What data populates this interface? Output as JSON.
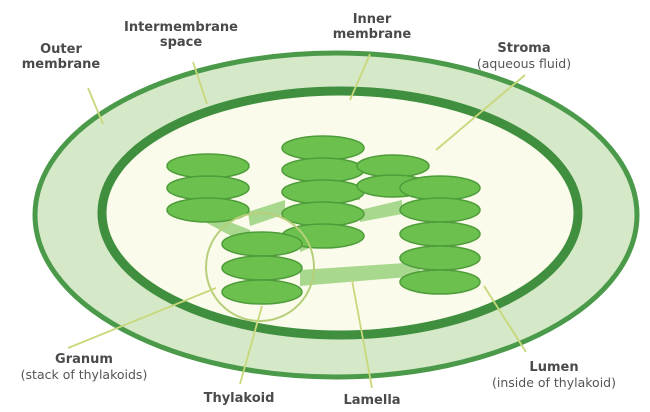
{
  "colors": {
    "outer_membrane": "#4a9a4a",
    "intermembrane_space": "#d5e8c8",
    "inner_membrane": "#3f8f3f",
    "stroma": "#fafbea",
    "thylakoid": "#6cc14e",
    "thylakoid_edge": "#4e9c3a",
    "lamella": "#a8d78e",
    "leader_line": "#c8d87a",
    "label_text": "#4a4a4a"
  },
  "labels": {
    "outer_membrane": {
      "line1": "Outer",
      "line2": "membrane"
    },
    "intermembrane_space": {
      "line1": "Intermembrane",
      "line2": "space"
    },
    "inner_membrane": {
      "line1": "Inner",
      "line2": "membrane"
    },
    "stroma": {
      "title": "Stroma",
      "note": "(aqueous fluid)"
    },
    "granum": {
      "title": "Granum",
      "note": "(stack of thylakoids)"
    },
    "thylakoid": {
      "title": "Thylakoid"
    },
    "lamella": {
      "title": "Lamella"
    },
    "lumen": {
      "title": "Lumen",
      "note": "(inside of thylakoid)"
    }
  }
}
